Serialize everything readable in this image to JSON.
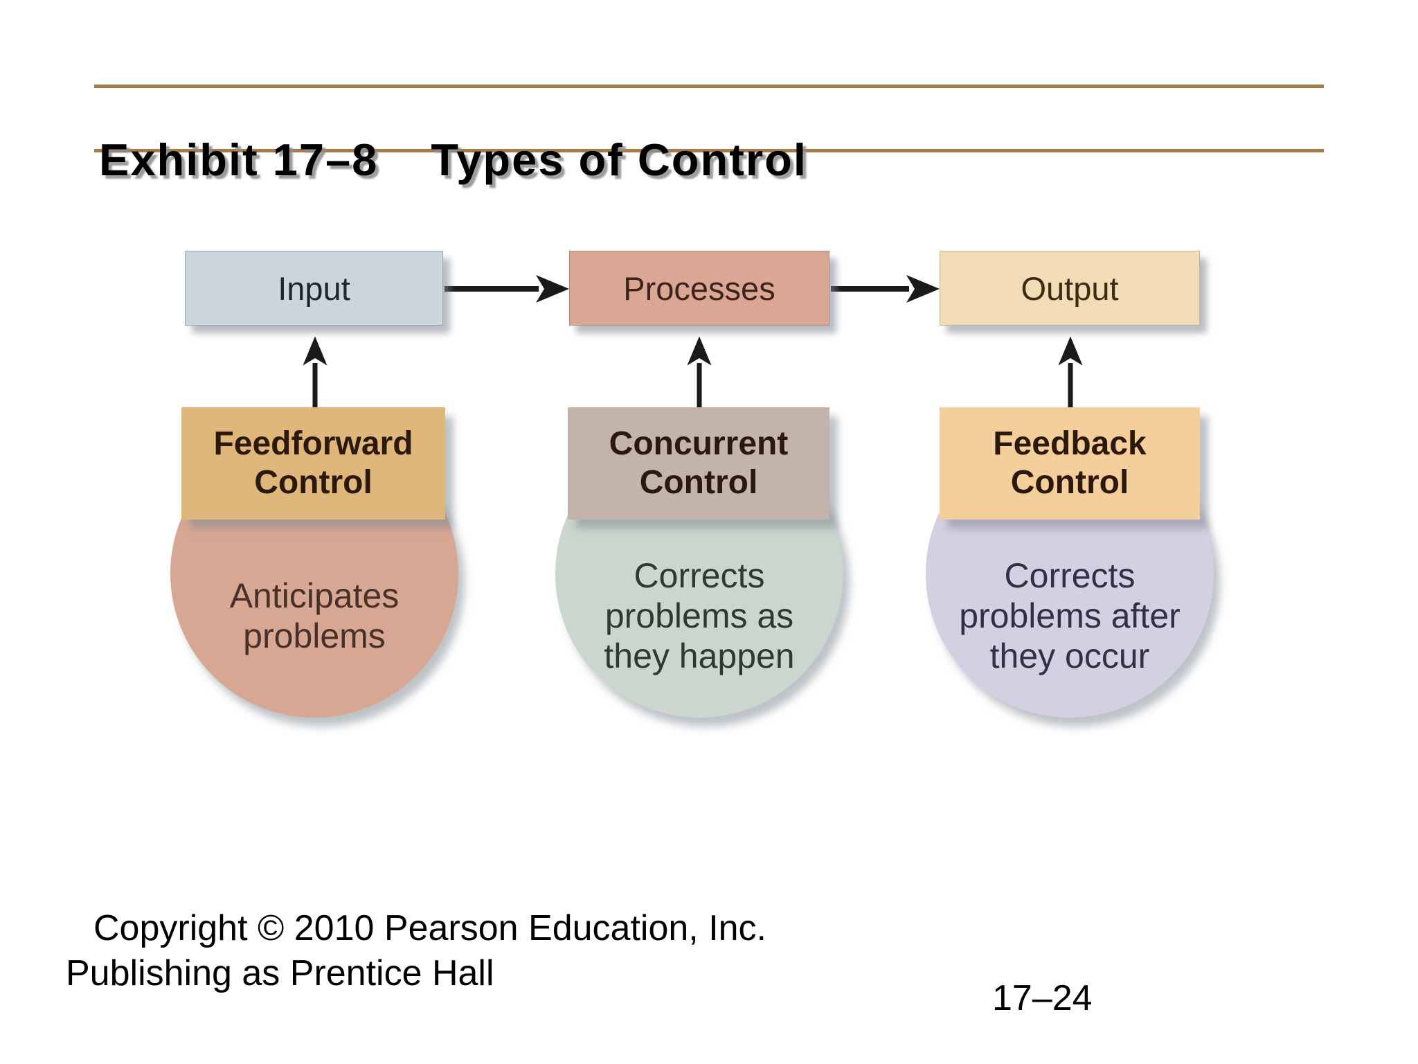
{
  "title": {
    "exhibit": "Exhibit 17–8",
    "subject": "Types of Control"
  },
  "theme": {
    "background": "#ffffff",
    "rule_color": "#a87a4a",
    "arrow_color": "#1a1a1a",
    "title_color": "#000000"
  },
  "flow": [
    {
      "label": "Input",
      "fill": "#ccd5dc",
      "text_color": "#20262e"
    },
    {
      "label": "Processes",
      "fill": "#d9a794",
      "text_color": "#3c241b"
    },
    {
      "label": "Output",
      "fill": "#f2dcb6",
      "text_color": "#3b2b12"
    }
  ],
  "controls": [
    {
      "title": "Feedforward Control",
      "description": "Anticipates problems",
      "header_fill": "#dfb77b",
      "circle_fill": "#d8a794",
      "title_color": "#2b190d",
      "description_color": "#473029"
    },
    {
      "title": "Concurrent Control",
      "description": "Corrects problems as they happen",
      "header_fill": "#c2b4aa",
      "circle_fill": "#cbd6cf",
      "title_color": "#2b190d",
      "description_color": "#2e3934"
    },
    {
      "title": "Feedback Control",
      "description": "Corrects problems after they occur",
      "header_fill": "#f5cf9b",
      "circle_fill": "#d4cfe1",
      "title_color": "#2b190d",
      "description_color": "#322f46"
    }
  ],
  "footer": {
    "copyright_line1": "Copyright © 2010 Pearson Education, Inc.",
    "copyright_line2": "Publishing as Prentice Hall",
    "page_number": "17–24"
  }
}
